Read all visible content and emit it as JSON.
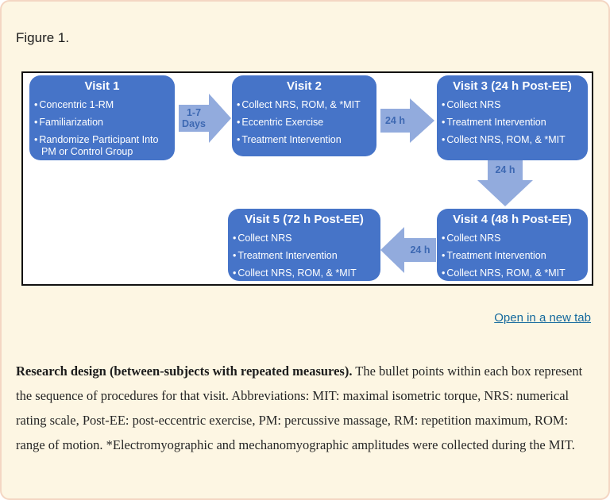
{
  "page": {
    "figure_label": "Figure 1.",
    "open_link": "Open in a new tab"
  },
  "flowchart": {
    "colors": {
      "box_fill": "#4674C8",
      "box_text": "#FFFFFF",
      "arrow_fill": "#92ABDD",
      "arrow_label_text": "#3D68B2",
      "panel_background": "#FFFFFF",
      "panel_border": "#111111",
      "page_background": "#FDF6E3",
      "page_border": "#F4D6C3",
      "link_color": "#15699D"
    },
    "boxes": [
      {
        "title": "Visit 1",
        "bullets": [
          "Concentric 1-RM",
          "Familiarization",
          "Randomize Participant Into PM or Control Group"
        ]
      },
      {
        "title": "Visit 2",
        "bullets": [
          "Collect NRS, ROM, & *MIT",
          "Eccentric Exercise",
          "Treatment Intervention"
        ]
      },
      {
        "title": "Visit 3 (24 h Post-EE)",
        "bullets": [
          "Collect NRS",
          "Treatment Intervention",
          "Collect NRS, ROM, & *MIT"
        ]
      },
      {
        "title": "Visit 4 (48 h Post-EE)",
        "bullets": [
          "Collect NRS",
          "Treatment Intervention",
          "Collect NRS, ROM, & *MIT"
        ]
      },
      {
        "title": "Visit 5 (72 h Post-EE)",
        "bullets": [
          "Collect NRS",
          "Treatment Intervention",
          "Collect NRS, ROM, & *MIT"
        ]
      }
    ],
    "arrows": [
      {
        "label": "1-7 Days",
        "direction": "right",
        "from": "Visit 1",
        "to": "Visit 2"
      },
      {
        "label": "24 h",
        "direction": "right",
        "from": "Visit 2",
        "to": "Visit 3"
      },
      {
        "label": "24 h",
        "direction": "down",
        "from": "Visit 3",
        "to": "Visit 4"
      },
      {
        "label": "24 h",
        "direction": "left",
        "from": "Visit 4",
        "to": "Visit 5"
      }
    ]
  },
  "caption": {
    "bold": "Research design (between-subjects with repeated measures).",
    "text": "The bullet points within each box represent the sequence of procedures for that visit. Abbreviations: MIT: maximal isometric torque, NRS: numerical rating scale, Post-EE: post-eccentric exercise, PM: percussive massage, RM: repetition maximum, ROM: range of motion. *Electromyographic and mechanomyographic amplitudes were collected during the MIT."
  }
}
